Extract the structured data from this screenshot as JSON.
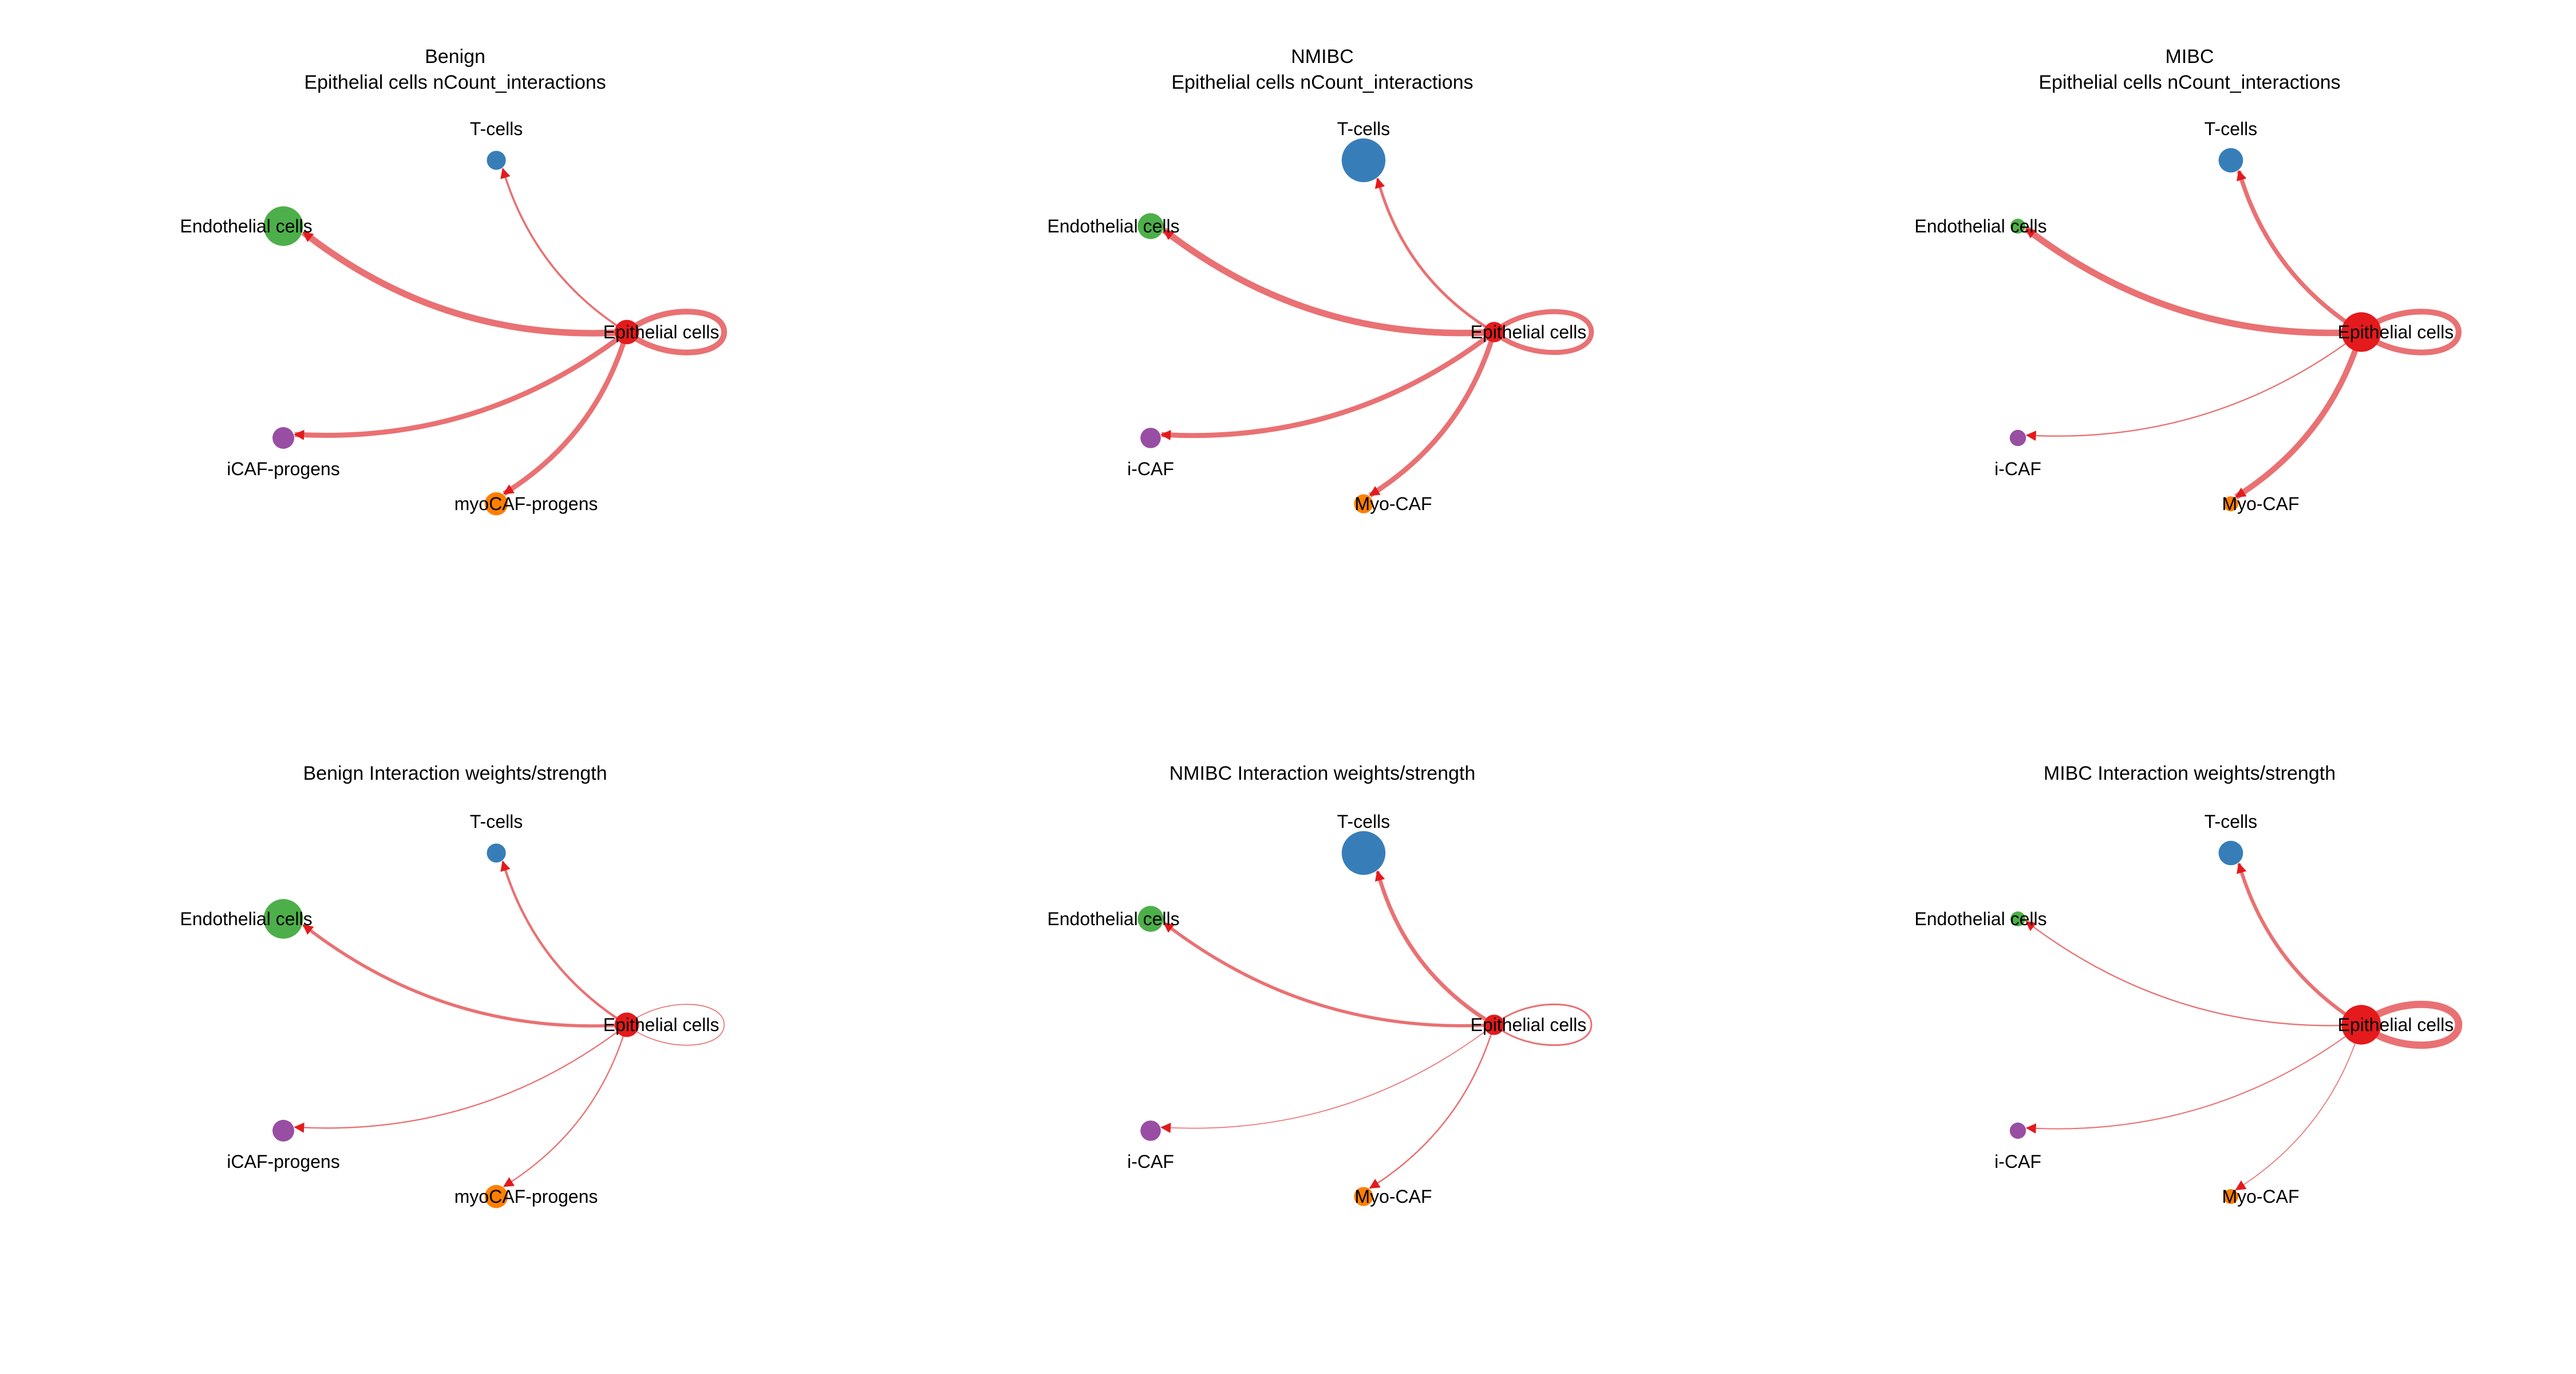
{
  "edge_color": "#E8696C",
  "node_colors": {
    "Epithelial cells": "#E41A1C",
    "T-cells": "#377EB8",
    "Endothelial cells": "#4DAF4A",
    "iCAF": "#984EA3",
    "myoCAF": "#FF7F00"
  },
  "panels": [
    {
      "id": "benign-count",
      "title_lines": [
        "Benign",
        "Epithelial cells nCount_interactions"
      ],
      "nodes": [
        {
          "key": "Epithelial cells",
          "label": "Epithelial cells",
          "size": 1.2,
          "color_key": "Epithelial cells"
        },
        {
          "key": "T-cells",
          "label": "T-cells",
          "size": 0.8,
          "color_key": "T-cells"
        },
        {
          "key": "Endothelial cells",
          "label": "Endothelial cells",
          "size": 2.3,
          "color_key": "Endothelial cells"
        },
        {
          "key": "iCAF",
          "label": "iCAF-progens",
          "size": 1.0,
          "color_key": "iCAF"
        },
        {
          "key": "myoCAF",
          "label": "myoCAF-progens",
          "size": 1.1,
          "color_key": "myoCAF"
        }
      ],
      "edges": [
        {
          "from": "Epithelial cells",
          "to": "Epithelial cells",
          "weight": 7
        },
        {
          "from": "Epithelial cells",
          "to": "T-cells",
          "weight": 2
        },
        {
          "from": "Epithelial cells",
          "to": "Endothelial cells",
          "weight": 8
        },
        {
          "from": "Epithelial cells",
          "to": "iCAF",
          "weight": 6
        },
        {
          "from": "Epithelial cells",
          "to": "myoCAF",
          "weight": 6
        }
      ]
    },
    {
      "id": "nmibc-count",
      "title_lines": [
        "NMIBC",
        "Epithelial cells nCount_interactions"
      ],
      "nodes": [
        {
          "key": "Epithelial cells",
          "label": "Epithelial cells",
          "size": 0.9,
          "color_key": "Epithelial cells"
        },
        {
          "key": "T-cells",
          "label": "T-cells",
          "size": 2.6,
          "color_key": "T-cells"
        },
        {
          "key": "Endothelial cells",
          "label": "Endothelial cells",
          "size": 1.3,
          "color_key": "Endothelial cells"
        },
        {
          "key": "iCAF",
          "label": "i-CAF",
          "size": 0.9,
          "color_key": "iCAF"
        },
        {
          "key": "myoCAF",
          "label": "Myo-CAF",
          "size": 0.8,
          "color_key": "myoCAF"
        }
      ],
      "edges": [
        {
          "from": "Epithelial cells",
          "to": "Epithelial cells",
          "weight": 6
        },
        {
          "from": "Epithelial cells",
          "to": "T-cells",
          "weight": 3
        },
        {
          "from": "Epithelial cells",
          "to": "Endothelial cells",
          "weight": 8
        },
        {
          "from": "Epithelial cells",
          "to": "iCAF",
          "weight": 6
        },
        {
          "from": "Epithelial cells",
          "to": "myoCAF",
          "weight": 6
        }
      ]
    },
    {
      "id": "mibc-count",
      "title_lines": [
        "MIBC",
        "Epithelial cells nCount_interactions"
      ],
      "nodes": [
        {
          "key": "Epithelial cells",
          "label": "Epithelial cells",
          "size": 2.3,
          "color_key": "Epithelial cells"
        },
        {
          "key": "T-cells",
          "label": "T-cells",
          "size": 1.2,
          "color_key": "T-cells"
        },
        {
          "key": "Endothelial cells",
          "label": "Endothelial cells",
          "size": 0.5,
          "color_key": "Endothelial cells"
        },
        {
          "key": "iCAF",
          "label": "i-CAF",
          "size": 0.6,
          "color_key": "iCAF"
        },
        {
          "key": "myoCAF",
          "label": "Myo-CAF",
          "size": 0.5,
          "color_key": "myoCAF"
        }
      ],
      "edges": [
        {
          "from": "Epithelial cells",
          "to": "Epithelial cells",
          "weight": 7
        },
        {
          "from": "Epithelial cells",
          "to": "T-cells",
          "weight": 5
        },
        {
          "from": "Epithelial cells",
          "to": "Endothelial cells",
          "weight": 8
        },
        {
          "from": "Epithelial cells",
          "to": "iCAF",
          "weight": 1
        },
        {
          "from": "Epithelial cells",
          "to": "myoCAF",
          "weight": 7
        }
      ]
    },
    {
      "id": "benign-weight",
      "title_lines": [
        "Benign Interaction weights/strength"
      ],
      "nodes": [
        {
          "key": "Epithelial cells",
          "label": "Epithelial cells",
          "size": 1.2,
          "color_key": "Epithelial cells"
        },
        {
          "key": "T-cells",
          "label": "T-cells",
          "size": 0.8,
          "color_key": "T-cells"
        },
        {
          "key": "Endothelial cells",
          "label": "Endothelial cells",
          "size": 2.3,
          "color_key": "Endothelial cells"
        },
        {
          "key": "iCAF",
          "label": "iCAF-progens",
          "size": 1.0,
          "color_key": "iCAF"
        },
        {
          "key": "myoCAF",
          "label": "myoCAF-progens",
          "size": 1.1,
          "color_key": "myoCAF"
        }
      ],
      "edges": [
        {
          "from": "Epithelial cells",
          "to": "Epithelial cells",
          "weight": 0.5
        },
        {
          "from": "Epithelial cells",
          "to": "T-cells",
          "weight": 2.5
        },
        {
          "from": "Epithelial cells",
          "to": "Endothelial cells",
          "weight": 3.5
        },
        {
          "from": "Epithelial cells",
          "to": "iCAF",
          "weight": 1
        },
        {
          "from": "Epithelial cells",
          "to": "myoCAF",
          "weight": 1
        }
      ]
    },
    {
      "id": "nmibc-weight",
      "title_lines": [
        "NMIBC Interaction weights/strength"
      ],
      "nodes": [
        {
          "key": "Epithelial cells",
          "label": "Epithelial cells",
          "size": 0.9,
          "color_key": "Epithelial cells"
        },
        {
          "key": "T-cells",
          "label": "T-cells",
          "size": 2.6,
          "color_key": "T-cells"
        },
        {
          "key": "Endothelial cells",
          "label": "Endothelial cells",
          "size": 1.3,
          "color_key": "Endothelial cells"
        },
        {
          "key": "iCAF",
          "label": "i-CAF",
          "size": 0.9,
          "color_key": "iCAF"
        },
        {
          "key": "myoCAF",
          "label": "Myo-CAF",
          "size": 0.8,
          "color_key": "myoCAF"
        }
      ],
      "edges": [
        {
          "from": "Epithelial cells",
          "to": "Epithelial cells",
          "weight": 1.5
        },
        {
          "from": "Epithelial cells",
          "to": "T-cells",
          "weight": 4.5
        },
        {
          "from": "Epithelial cells",
          "to": "Endothelial cells",
          "weight": 3.5
        },
        {
          "from": "Epithelial cells",
          "to": "iCAF",
          "weight": 0.5
        },
        {
          "from": "Epithelial cells",
          "to": "myoCAF",
          "weight": 1.2
        }
      ]
    },
    {
      "id": "mibc-weight",
      "title_lines": [
        "MIBC Interaction weights/strength"
      ],
      "nodes": [
        {
          "key": "Epithelial cells",
          "label": "Epithelial cells",
          "size": 2.3,
          "color_key": "Epithelial cells"
        },
        {
          "key": "T-cells",
          "label": "T-cells",
          "size": 1.2,
          "color_key": "T-cells"
        },
        {
          "key": "Endothelial cells",
          "label": "Endothelial cells",
          "size": 0.5,
          "color_key": "Endothelial cells"
        },
        {
          "key": "iCAF",
          "label": "i-CAF",
          "size": 0.6,
          "color_key": "iCAF"
        },
        {
          "key": "myoCAF",
          "label": "Myo-CAF",
          "size": 0.5,
          "color_key": "myoCAF"
        }
      ],
      "edges": [
        {
          "from": "Epithelial cells",
          "to": "Epithelial cells",
          "weight": 9
        },
        {
          "from": "Epithelial cells",
          "to": "T-cells",
          "weight": 4
        },
        {
          "from": "Epithelial cells",
          "to": "Endothelial cells",
          "weight": 1
        },
        {
          "from": "Epithelial cells",
          "to": "iCAF",
          "weight": 0.8
        },
        {
          "from": "Epithelial cells",
          "to": "myoCAF",
          "weight": 0.5
        }
      ]
    }
  ]
}
